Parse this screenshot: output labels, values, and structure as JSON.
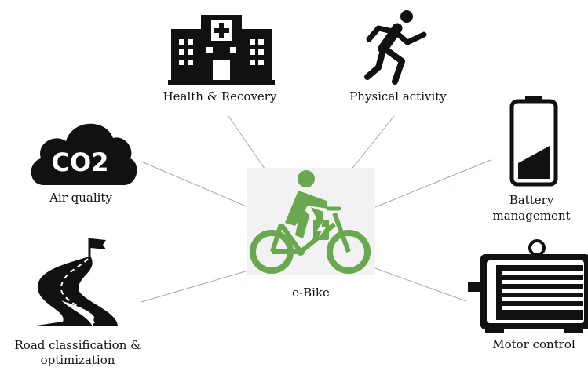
{
  "center": {
    "label": "e-Bike"
  },
  "nodes": {
    "health": {
      "label": "Health & Recovery",
      "icon": "hospital-icon"
    },
    "activity": {
      "label": "Physical activity",
      "icon": "running-person-icon"
    },
    "air": {
      "label": "Air quality",
      "icon": "co2-cloud-icon",
      "icon_text": "CO2"
    },
    "battery": {
      "label_line1": "Battery",
      "label_line2": "management",
      "icon": "battery-icon"
    },
    "road": {
      "label_line1": "Road classification &",
      "label_line2": "optimization",
      "icon": "road-flag-icon"
    },
    "motor": {
      "label": "Motor control",
      "icon": "electric-motor-icon"
    }
  },
  "colors": {
    "ebike_green": "#6aa84f",
    "icon_black": "#111111",
    "connector": "#9aa6c8",
    "center_box": "#f2f2f2"
  }
}
